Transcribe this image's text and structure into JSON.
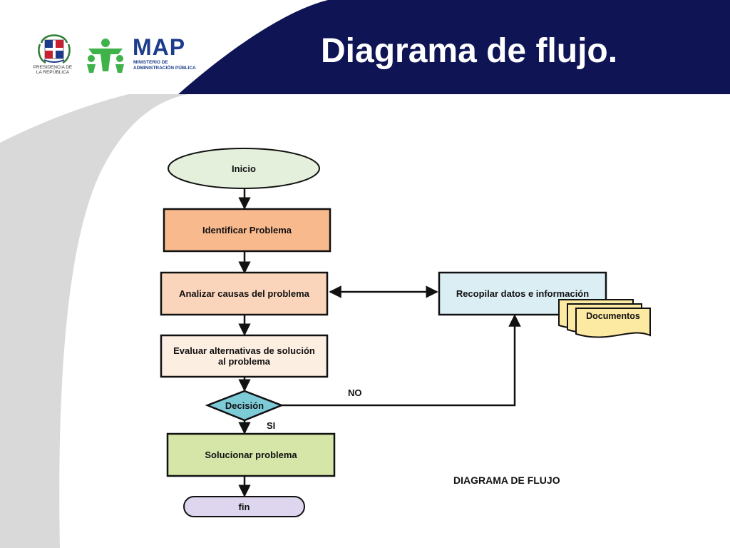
{
  "header": {
    "title": "Diagrama de flujo.",
    "band_color": "#0e1454"
  },
  "logos": {
    "presidencia": {
      "caption": "PRESIDENCIA DE LA REPÚBLICA"
    },
    "map": {
      "name": "MAP",
      "subtitle": "MINISTERIO DE ADMINISTRACIÓN PÚBLICA",
      "green": "#3fb24a",
      "blue": "#1d3c8a"
    }
  },
  "flowchart": {
    "nodes": {
      "inicio": {
        "label": "Inicio",
        "shape": "terminal",
        "fill": "#e4f0dc"
      },
      "identificar": {
        "label": "Identificar Problema",
        "shape": "process",
        "fill": "#f8b98d"
      },
      "analizar": {
        "label": "Analizar causas del problema",
        "shape": "process",
        "fill": "#fbd4bc"
      },
      "evaluar": {
        "label": "Evaluar alternativas de solución al problema",
        "shape": "process",
        "fill": "#fdeee2"
      },
      "decision": {
        "label": "Decisión",
        "shape": "decision",
        "fill": "#7ecbd8"
      },
      "solucionar": {
        "label": "Solucionar problema",
        "shape": "process",
        "fill": "#d5e6a8"
      },
      "fin": {
        "label": "fin",
        "shape": "terminal",
        "fill": "#ddd6ee"
      },
      "recopilar": {
        "label": "Recopilar datos e información",
        "shape": "process",
        "fill": "#dbeef4"
      },
      "documentos": {
        "label": "Documentos",
        "shape": "multi-document",
        "fill": "#fce9a2"
      }
    },
    "edges": [
      {
        "from": "inicio",
        "to": "identificar"
      },
      {
        "from": "identificar",
        "to": "analizar"
      },
      {
        "from": "analizar",
        "to": "evaluar"
      },
      {
        "from": "evaluar",
        "to": "decision"
      },
      {
        "from": "decision",
        "to": "solucionar",
        "label": "SI"
      },
      {
        "from": "solucionar",
        "to": "fin"
      },
      {
        "from": "decision",
        "to": "recopilar",
        "label": "NO"
      },
      {
        "from": "analizar",
        "to": "recopilar",
        "bidirectional": true
      }
    ],
    "caption": "DIAGRAMA DE FLUJO"
  }
}
